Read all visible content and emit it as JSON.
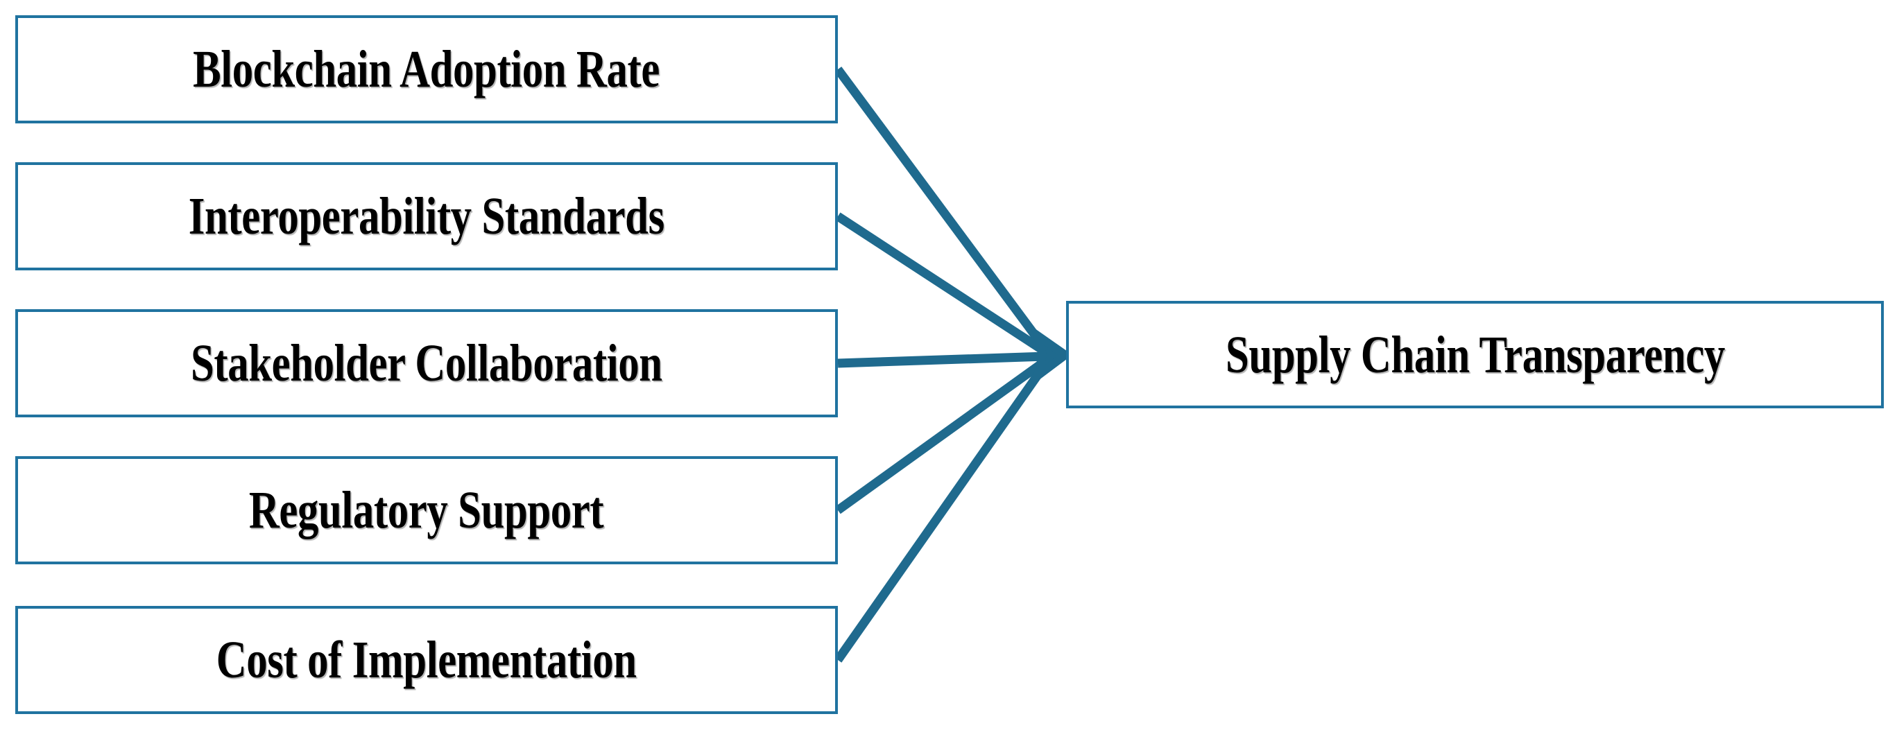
{
  "diagram": {
    "type": "convergent-factor-diagram",
    "title": "",
    "colors": {
      "node_border": "#2073A0",
      "edge": "#1F6A8E",
      "node_fill": "#FFFFFF",
      "label_text": "#000000",
      "background": "#FFFFFF"
    },
    "factors": [
      {
        "id": "blockchain-adoption-rate",
        "label": "Blockchain Adoption Rate"
      },
      {
        "id": "interoperability-standards",
        "label": "Interoperability Standards"
      },
      {
        "id": "stakeholder-collaboration",
        "label": "Stakeholder Collaboration"
      },
      {
        "id": "regulatory-support",
        "label": "Regulatory Support"
      },
      {
        "id": "cost-of-implementation",
        "label": "Cost of Implementation"
      }
    ],
    "outcome": {
      "id": "supply-chain-transparency",
      "label": "Supply Chain Transparency"
    },
    "edges": [
      {
        "from": "blockchain-adoption-rate",
        "to": "supply-chain-transparency",
        "arrow": true
      },
      {
        "from": "interoperability-standards",
        "to": "supply-chain-transparency",
        "arrow": true
      },
      {
        "from": "stakeholder-collaboration",
        "to": "supply-chain-transparency",
        "arrow": true
      },
      {
        "from": "regulatory-support",
        "to": "supply-chain-transparency",
        "arrow": true
      },
      {
        "from": "cost-of-implementation",
        "to": "supply-chain-transparency",
        "arrow": true
      }
    ]
  }
}
